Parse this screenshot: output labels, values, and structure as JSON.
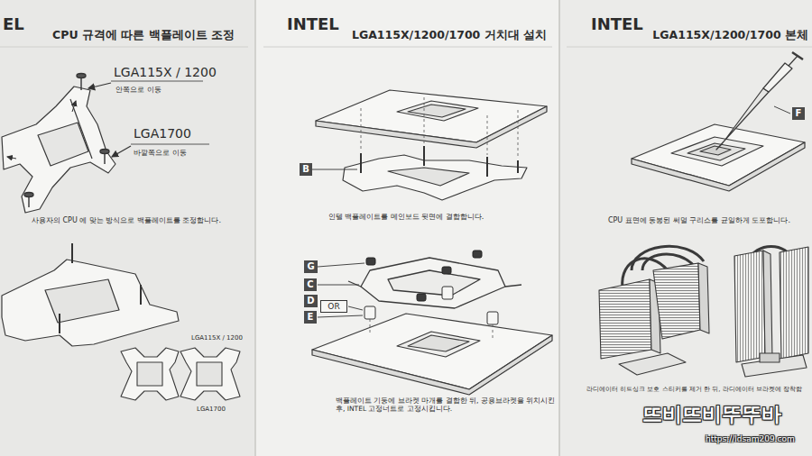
{
  "diagram": {
    "nodes": [
      {
        "text": [
          "B"
        ]
      },
      {
        "text": [
          "G"
        ]
      },
      {
        "text": [
          "C"
        ]
      },
      {
        "text": [
          "D"
        ]
      },
      {
        "text": [
          "OR"
        ]
      },
      {
        "text": [
          "E"
        ]
      },
      {
        "text": [
          "F"
        ]
      }
    ],
    "labels": [
      "EL",
      "CPU 규격에 따른 백플레이트 조정",
      "LGA115X / 1200",
      "안쪽으로 이동",
      "LGA1700",
      "바깥쪽으로 이동",
      "사용자의 CPU 에 맞는 방식으로 백플레이트를 조정합니다.",
      "LGA115X / 1200",
      "LGA1700",
      "INTEL",
      "LGA115X/1200/1700 거치대 설치",
      "인텔 백플레이트를 메인보드 뒷면에 결합합니다.",
      "백플레이트 기둥에 브라켓 마개를 결합한 뒤, 공용브라켓을 위치시킨 후, INTEL 고정너트로 고정시킵니다.",
      "INTEL",
      "LGA115X/1200/1700 본체",
      "CPU 표면에 동봉된 써멀 구리스를 균일하게 도포합니다.",
      "라디에이터 히트싱크 보호 스티커를 제거 한 뒤, 라디에이터 브라켓에 장착합",
      "뜨비뜨비뚜뚜바",
      "https://ldsam209.com"
    ]
  }
}
